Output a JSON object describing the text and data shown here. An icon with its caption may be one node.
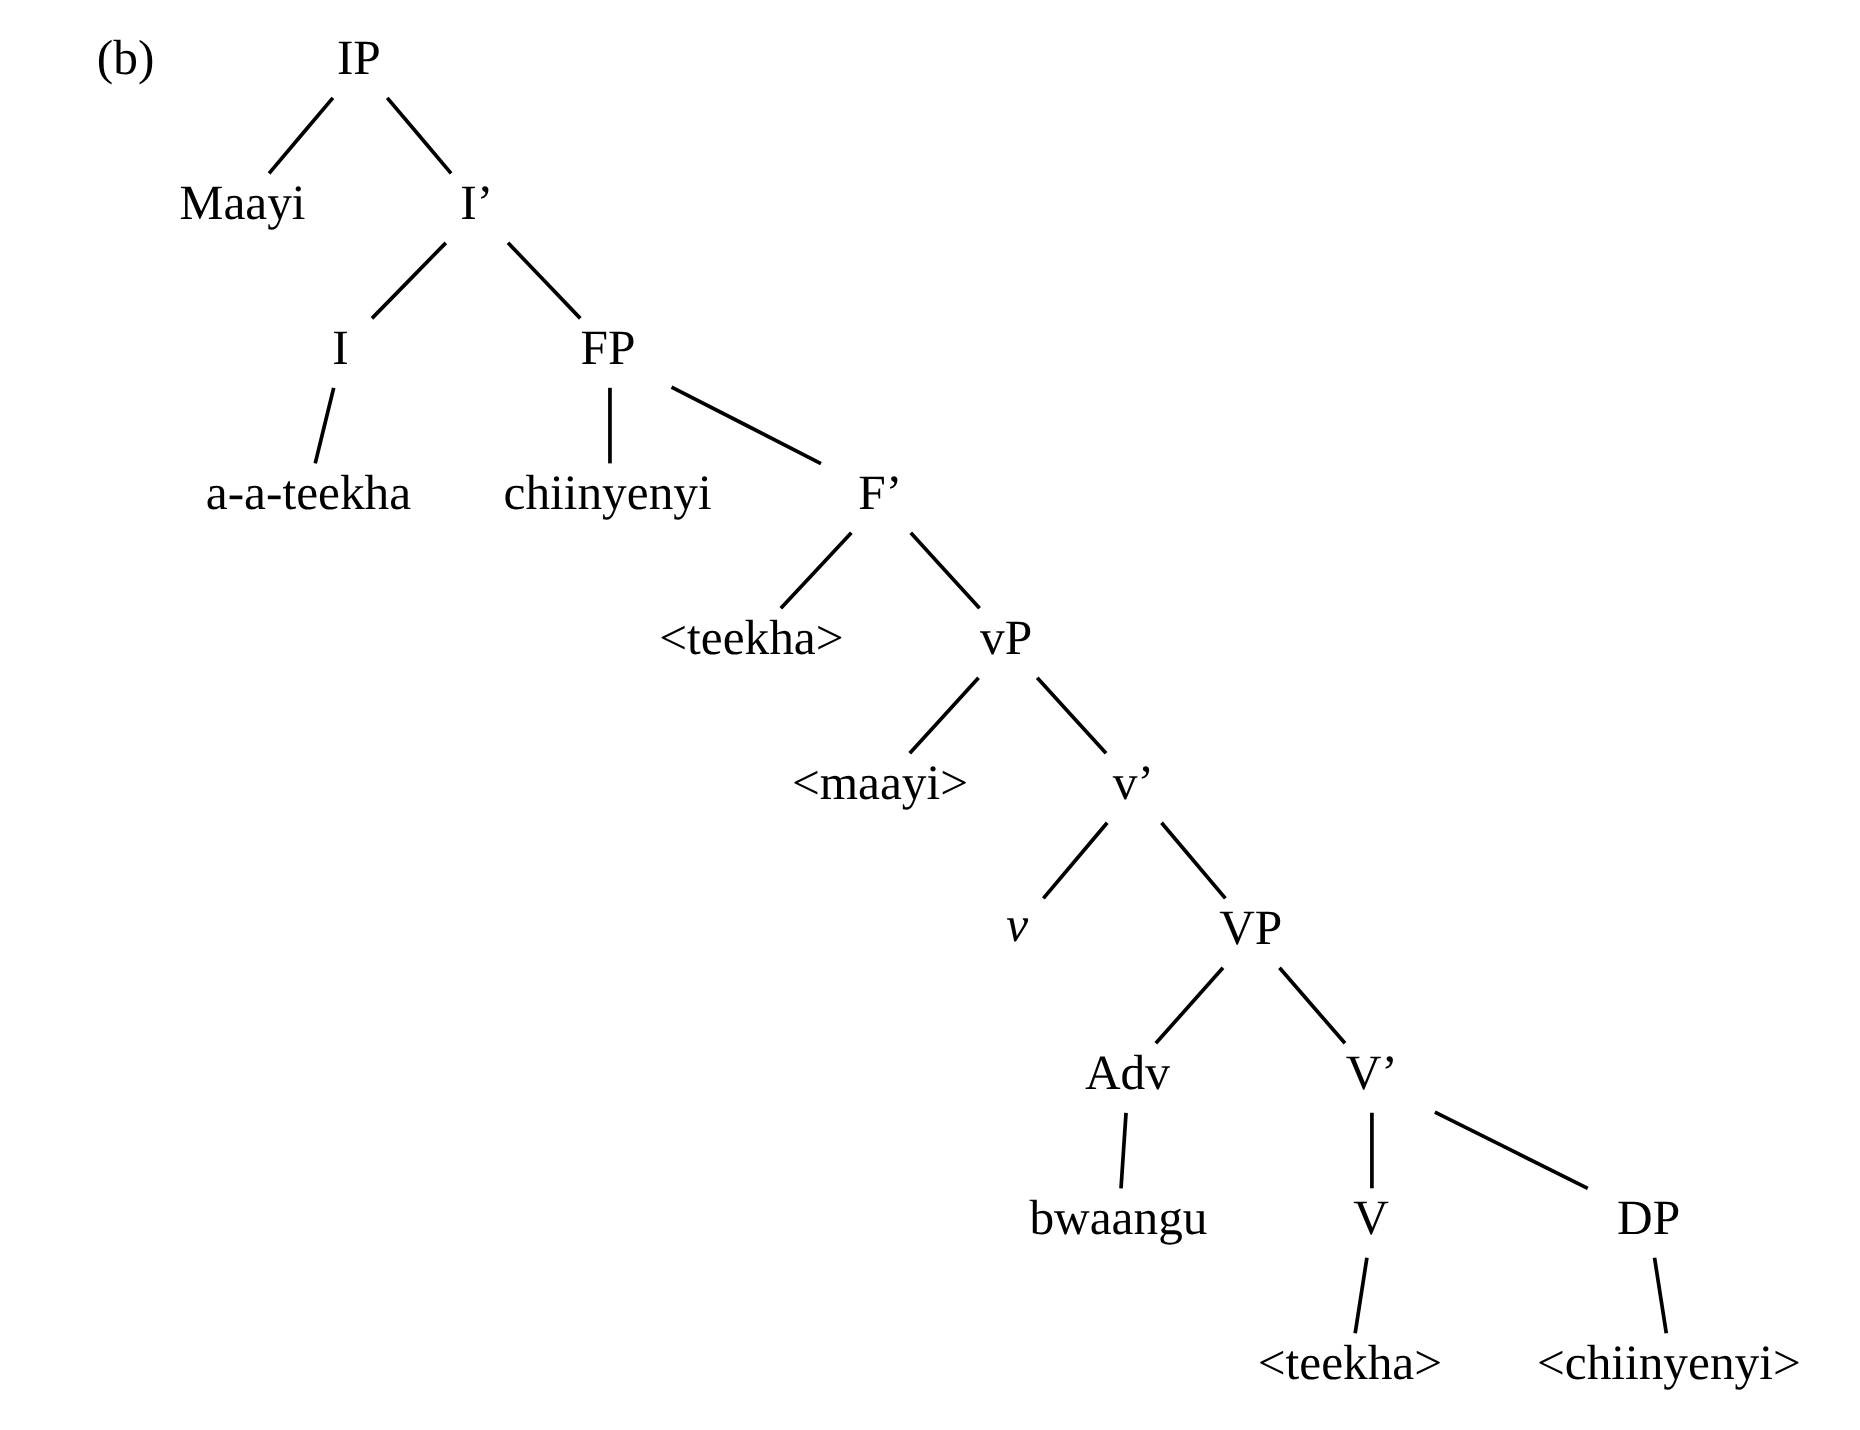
{
  "diagram": {
    "nodes": [
      {
        "text": [
          "IP"
        ]
      },
      {
        "text": [
          "Maayi"
        ]
      },
      {
        "text": [
          "I’"
        ]
      },
      {
        "text": [
          "I"
        ]
      },
      {
        "text": [
          "FP"
        ]
      },
      {
        "text": [
          "a-a-teekha"
        ]
      },
      {
        "text": [
          "chiinyenyi"
        ]
      },
      {
        "text": [
          "F’"
        ]
      },
      {
        "text": [
          "<teekha>"
        ]
      },
      {
        "text": [
          "vP"
        ]
      },
      {
        "text": [
          "<maayi>"
        ]
      },
      {
        "text": [
          "v’"
        ]
      },
      {
        "text": [
          "v"
        ]
      },
      {
        "text": [
          "VP"
        ]
      },
      {
        "text": [
          "Adv"
        ]
      },
      {
        "text": [
          "V’"
        ]
      },
      {
        "text": [
          "bwaangu"
        ]
      },
      {
        "text": [
          "V"
        ]
      },
      {
        "text": [
          "DP"
        ]
      },
      {
        "text": [
          "<teekha>"
        ]
      },
      {
        "text": [
          "<chiinyenyi>"
        ]
      }
    ],
    "edges": [
      {
        "from": 0,
        "to": 1,
        "arrow": "none"
      },
      {
        "from": 0,
        "to": 2,
        "arrow": "none"
      },
      {
        "from": 2,
        "to": 3,
        "arrow": "none"
      },
      {
        "from": 2,
        "to": 4,
        "arrow": "none"
      },
      {
        "from": 3,
        "to": 5,
        "arrow": "none"
      },
      {
        "from": 4,
        "to": 6,
        "arrow": "none"
      },
      {
        "from": 4,
        "to": 7,
        "arrow": "none"
      },
      {
        "from": 7,
        "to": 8,
        "arrow": "none"
      },
      {
        "from": 7,
        "to": 9,
        "arrow": "none"
      },
      {
        "from": 9,
        "to": 10,
        "arrow": "none"
      },
      {
        "from": 9,
        "to": 11,
        "arrow": "none"
      },
      {
        "from": 11,
        "to": 12,
        "arrow": "none"
      },
      {
        "from": 11,
        "to": 13,
        "arrow": "none"
      },
      {
        "from": 13,
        "to": 14,
        "arrow": "none"
      },
      {
        "from": 13,
        "to": 15,
        "arrow": "none"
      },
      {
        "from": 14,
        "to": 16,
        "arrow": "none"
      },
      {
        "from": 15,
        "to": 17,
        "arrow": "none"
      },
      {
        "from": 15,
        "to": 18,
        "arrow": "none"
      },
      {
        "from": 17,
        "to": 19,
        "arrow": "none"
      },
      {
        "from": 18,
        "to": 20,
        "arrow": "none"
      }
    ],
    "labels": [
      "(b)"
    ]
  }
}
